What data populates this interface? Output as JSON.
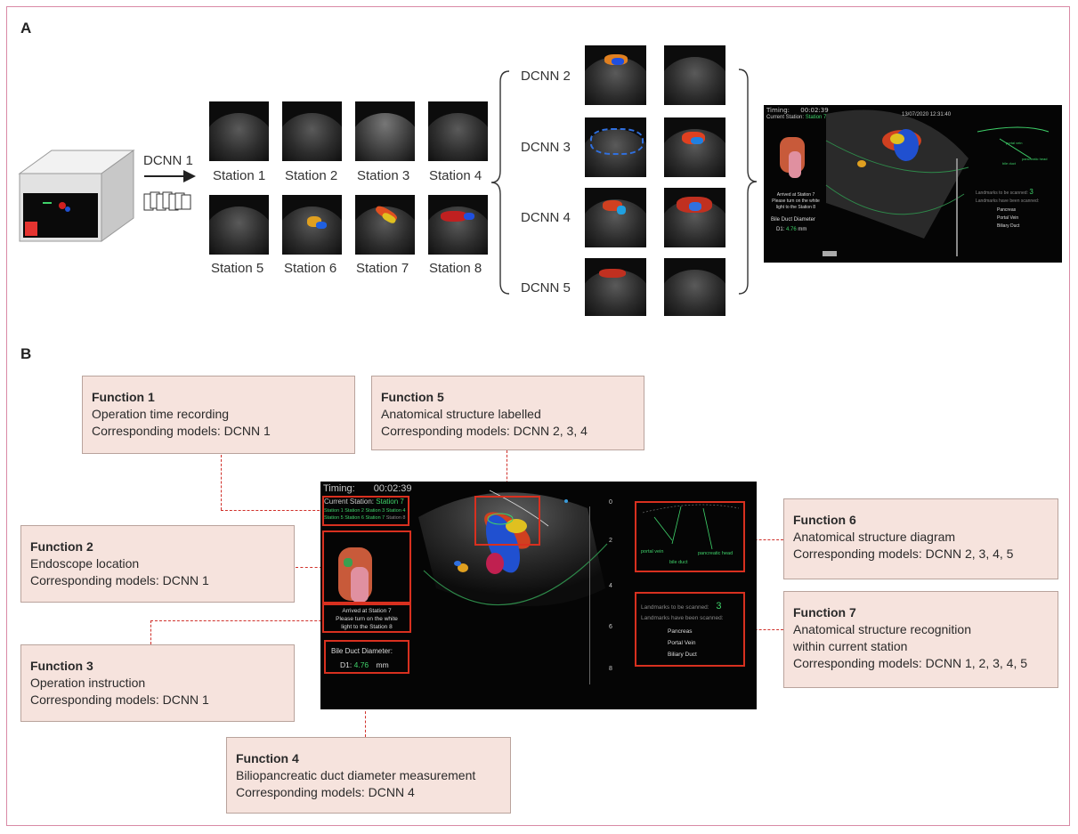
{
  "panels": {
    "a": "A",
    "b": "B"
  },
  "panel_a": {
    "arrow_label": "DCNN 1",
    "stations": [
      "Station 1",
      "Station 2",
      "Station 3",
      "Station 4",
      "Station 5",
      "Station 6",
      "Station 7",
      "Station 8"
    ],
    "models": [
      "DCNN 2",
      "DCNN 3",
      "DCNN 4",
      "DCNN 5"
    ]
  },
  "screen_small": {
    "timing_label": "Timing:",
    "timing_value": "00:02:39",
    "current_station_label": "Current Station:",
    "current_station_value": "Station 7",
    "datetime": "13/07/2020 12:31:40",
    "arrived_text": "Arrived at Station 7",
    "instruction_line1": "Please turn on the white",
    "instruction_line2": "light to the Station 8",
    "bile_label": "Bile Duct Diameter",
    "d1_label": "D1:",
    "d1_value": "4.76",
    "d1_unit": "mm",
    "landmarks_to_scan_label": "Landmarks to be scanned:",
    "landmarks_to_scan_value": "3",
    "landmarks_scanned_label": "Landmarks have been scanned:",
    "structures": [
      "Pancreas",
      "Portal Vein",
      "Biliary Duct"
    ],
    "diagram_labels": [
      "portal vein",
      "bile duct",
      "pancreatic head"
    ]
  },
  "screen_large": {
    "timing_label": "Timing:",
    "timing_value": "00:02:39",
    "current_station_label": "Current Station:",
    "current_station_value": "Station 7",
    "station_buttons": [
      "Station 1",
      "Station 2",
      "Station 3",
      "Station 4",
      "Station 5",
      "Station 6",
      "Station 7",
      "Station 8"
    ],
    "arrived_text": "Arrived at Station 7",
    "instruction_line1": "Please turn on the white",
    "instruction_line2": "light to the Station 8",
    "bile_label": "Bile Duct Diameter:",
    "d1_label": "D1:",
    "d1_value": "4.76",
    "d1_unit": "mm",
    "scale_ticks": [
      "0",
      "2",
      "4",
      "6",
      "8"
    ],
    "landmarks_to_scan_label": "Landmarks to be scanned:",
    "landmarks_to_scan_value": "3",
    "landmarks_scanned_label": "Landmarks have been scanned:",
    "structures": [
      "Pancreas",
      "Portal Vein",
      "Biliary Duct"
    ],
    "diagram_labels": [
      "portal vein",
      "bile duct",
      "pancreatic head"
    ]
  },
  "functions": [
    {
      "title": "Function 1",
      "lines": [
        "Operation time recording",
        "Corresponding models: DCNN 1"
      ]
    },
    {
      "title": "Function 2",
      "lines": [
        "Endoscope location",
        "Corresponding models: DCNN 1"
      ]
    },
    {
      "title": "Function 3",
      "lines": [
        "Operation instruction",
        "Corresponding models: DCNN 1"
      ]
    },
    {
      "title": "Function 4",
      "lines": [
        "Biliopancreatic duct diameter measurement",
        "Corresponding models: DCNN 4"
      ]
    },
    {
      "title": "Function 5",
      "lines": [
        "Anatomical structure labelled",
        "Corresponding models: DCNN 2, 3, 4"
      ]
    },
    {
      "title": "Function 6",
      "lines": [
        "Anatomical structure diagram",
        "Corresponding models: DCNN 2, 3, 4, 5"
      ]
    },
    {
      "title": "Function 7",
      "lines": [
        "Anatomical structure recognition",
        "within current station",
        "Corresponding models: DCNN 1, 2, 3, 4, 5"
      ]
    }
  ],
  "colors": {
    "accent_red": "#d8301f",
    "box_fill": "#f6e3dd",
    "screen_green": "#3fd26a",
    "frame_pink": "#d98aa5"
  }
}
